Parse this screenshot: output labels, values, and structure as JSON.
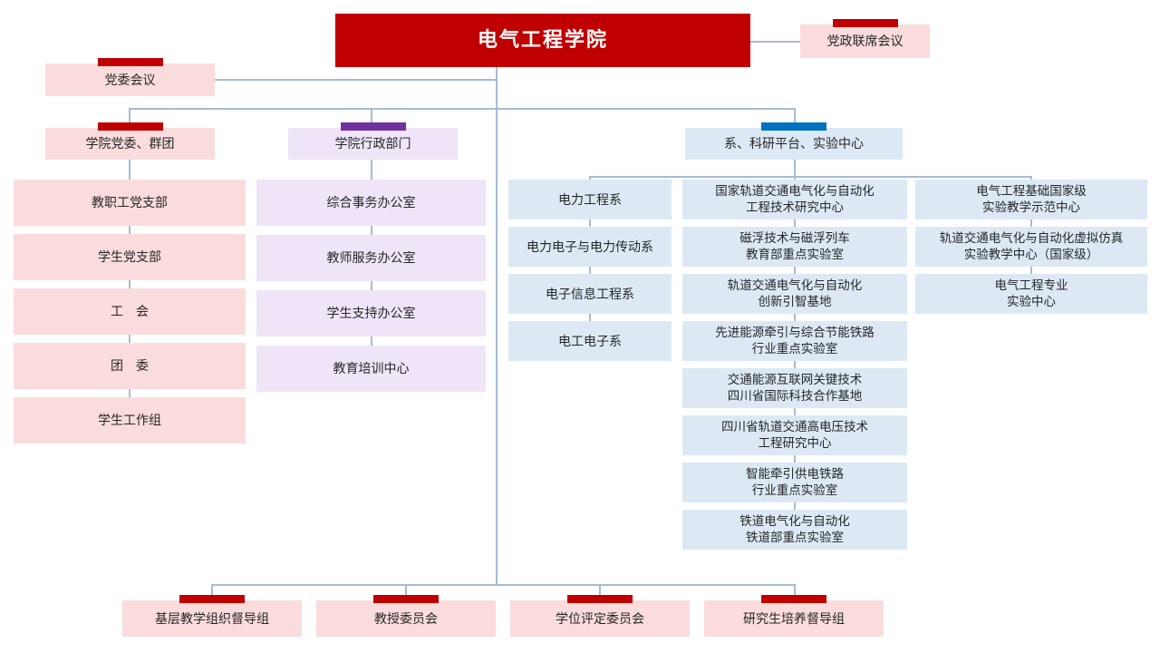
{
  "colors": {
    "red": "#C00000",
    "pink_bg": "#FADCDC",
    "purple": "#7030A0",
    "purple_bg": "#EFE4F8",
    "blue": "#0070C0",
    "blue_bg": "#DCE9F5",
    "line": "#A7BAD3"
  },
  "root": {
    "label": "电气工程学院"
  },
  "joint_meeting": {
    "label": "党政联席会议"
  },
  "party_committee_meeting": {
    "label": "党委会议"
  },
  "party_group": {
    "label": "学院党委、群团",
    "children": [
      "教职工党支部",
      "学生党支部",
      "工　会",
      "团　委",
      "学生工作组"
    ]
  },
  "admin": {
    "label": "学院行政部门",
    "children": [
      "综合事务办公室",
      "教师服务办公室",
      "学生支持办公室",
      "教育培训中心"
    ]
  },
  "dept_platform": {
    "label": "系、科研平台、实验中心",
    "departments": [
      "电力工程系",
      "电力电子与电力传动系",
      "电子信息工程系",
      "电工电子系"
    ],
    "research_platforms": [
      "国家轨道交通电气化与自动化\n工程技术研究中心",
      "磁浮技术与磁浮列车\n教育部重点实验室",
      "轨道交通电气化与自动化\n创新引智基地",
      "先进能源牵引与综合节能铁路\n行业重点实验室",
      "交通能源互联网关键技术\n四川省国际科技合作基地",
      "四川省轨道交通高电压技术\n工程研究中心",
      "智能牵引供电铁路\n行业重点实验室",
      "铁道电气化与自动化\n铁道部重点实验室"
    ],
    "teaching_centers": [
      "电气工程基础国家级\n实验教学示范中心",
      "轨道交通电气化与自动化虚拟仿真\n实验教学中心（国家级）",
      "电气工程专业\n实验中心"
    ]
  },
  "bottom_committees": [
    "基层教学组织督导组",
    "教授委员会",
    "学位评定委员会",
    "研究生培养督导组"
  ]
}
